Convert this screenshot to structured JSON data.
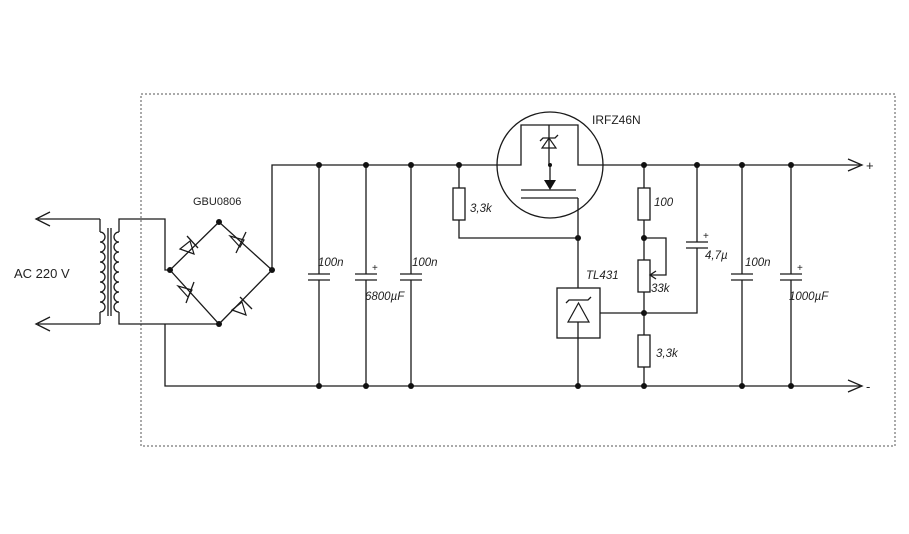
{
  "input": {
    "label": "AC 220 V"
  },
  "bridge": {
    "label": "GBU0806"
  },
  "mosfet": {
    "label": "IRFZ46N"
  },
  "regulator": {
    "label": "TL431"
  },
  "components": {
    "c1": "100n",
    "c2": "6800µF",
    "c3": "100n",
    "r_gate": "3,3k",
    "r_top": "100",
    "r_pot": "33k",
    "r_bottom": "3,3k",
    "c_4u7": "4,7µ",
    "c5": "100n",
    "c6": "1000µF"
  },
  "outputs": {
    "positive": "+",
    "negative": "-"
  },
  "cap_polarity": "+"
}
